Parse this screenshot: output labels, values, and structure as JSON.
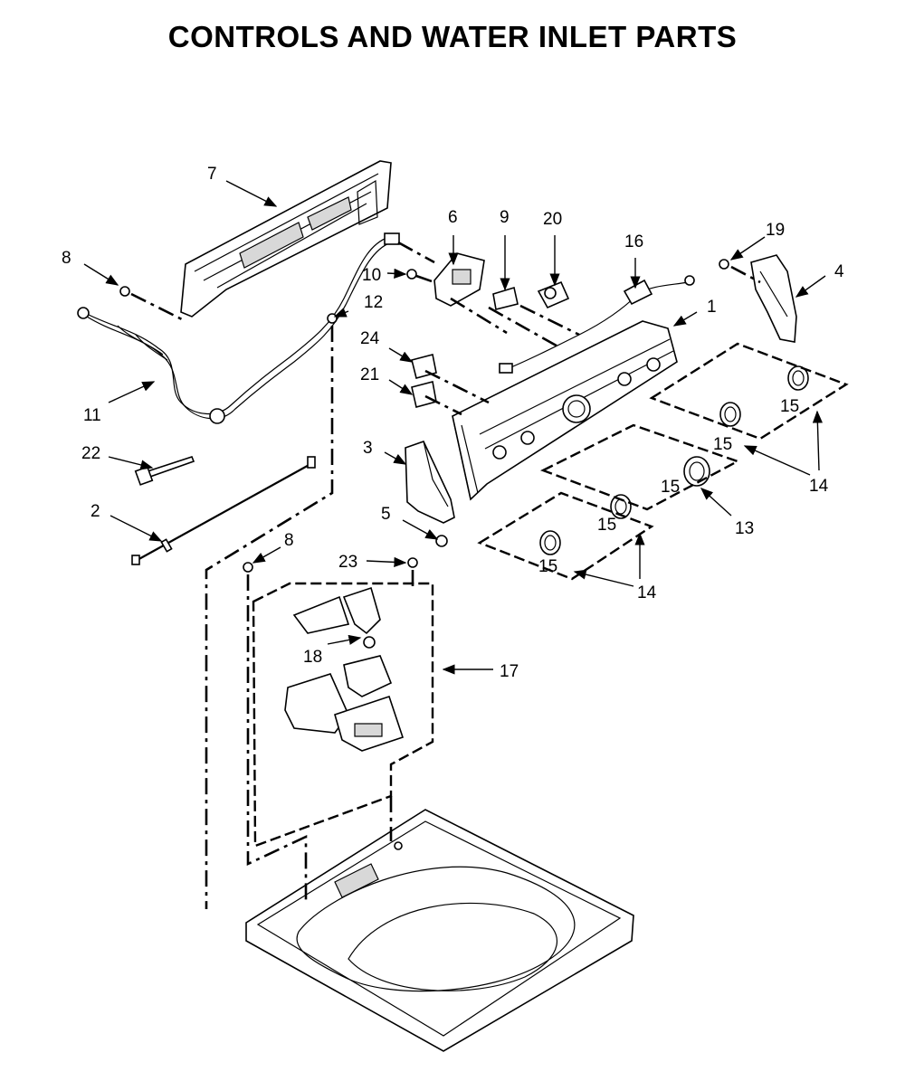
{
  "title": "CONTROLS AND WATER INLET PARTS",
  "callouts": [
    {
      "id": "c1",
      "text": "1"
    },
    {
      "id": "c2",
      "text": "2"
    },
    {
      "id": "c3",
      "text": "3"
    },
    {
      "id": "c4",
      "text": "4"
    },
    {
      "id": "c5",
      "text": "5"
    },
    {
      "id": "c6",
      "text": "6"
    },
    {
      "id": "c7",
      "text": "7"
    },
    {
      "id": "c8a",
      "text": "8"
    },
    {
      "id": "c8b",
      "text": "8"
    },
    {
      "id": "c9",
      "text": "9"
    },
    {
      "id": "c10",
      "text": "10"
    },
    {
      "id": "c11",
      "text": "11"
    },
    {
      "id": "c12",
      "text": "12"
    },
    {
      "id": "c13",
      "text": "13"
    },
    {
      "id": "c14a",
      "text": "14"
    },
    {
      "id": "c14b",
      "text": "14"
    },
    {
      "id": "c15a",
      "text": "15"
    },
    {
      "id": "c15b",
      "text": "15"
    },
    {
      "id": "c15c",
      "text": "15"
    },
    {
      "id": "c15d",
      "text": "15"
    },
    {
      "id": "c15e",
      "text": "15"
    },
    {
      "id": "c16",
      "text": "16"
    },
    {
      "id": "c17",
      "text": "17"
    },
    {
      "id": "c18",
      "text": "18"
    },
    {
      "id": "c19",
      "text": "19"
    },
    {
      "id": "c20",
      "text": "20"
    },
    {
      "id": "c21",
      "text": "21"
    },
    {
      "id": "c22",
      "text": "22"
    },
    {
      "id": "c23",
      "text": "23"
    },
    {
      "id": "c24",
      "text": "24"
    }
  ]
}
